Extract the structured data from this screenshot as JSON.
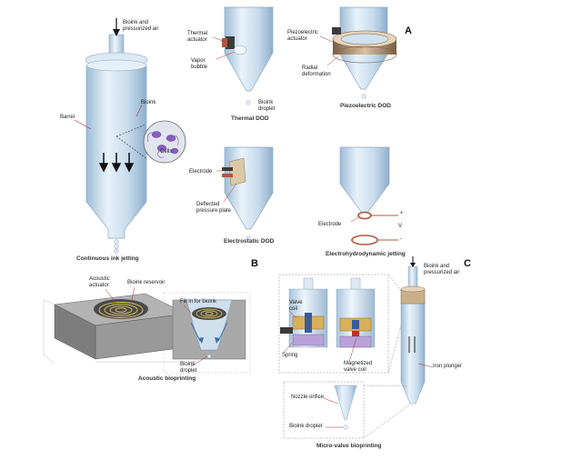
{
  "panels": {
    "a": "A",
    "b": "B",
    "c": "C"
  },
  "continuous": {
    "air_label": "Bioink and\npressurized air",
    "bioink_label": "Bioink",
    "barrel_label": "Barrel",
    "cells_label": "Cells",
    "caption": "Continuous ink jetting"
  },
  "thermal": {
    "actuator_label": "Thermal\nactuator",
    "bubble_label": "Vapor\nbubble",
    "droplet_label": "Bioink\ndroplet",
    "caption": "Thermal DOD"
  },
  "piezo": {
    "actuator_label": "Piezoelectric\nactuator",
    "deformation_label": "Radial\ndeformation",
    "caption": "Piezoelectric  DOD"
  },
  "electrostatic": {
    "electrode_label": "Electrode",
    "plate_label": "Deflected\npressure plate",
    "caption": "Electrostatic  DOD"
  },
  "ehd": {
    "electrode_label": "Electrode",
    "plus_label": "+",
    "minus_label": "-",
    "v_label": "V",
    "caption": "Electrohydrodynamic jetting"
  },
  "acoustic": {
    "actuator_label": "Acoustic\nactuator",
    "reservoir_label": "Bioink reservoir",
    "fill_label": "Fill in for bioink",
    "droplet_label": "Bioink\ndroplet",
    "caption": "Acoustic bioprinting"
  },
  "microvalve": {
    "air_label": "Bioink and\npressurized air",
    "valve_label": "Valve\ncoil",
    "spring_label": "Spring",
    "magnet_label": "Magnetized\nvalve coil",
    "plunger_label": "Iron plunger",
    "orifice_label": "Nozzle orifice",
    "droplet_label": "Bioink droplet",
    "caption": "Micro-valve bioprinting"
  },
  "colors": {
    "syringe": "#c9dff0",
    "syringe_edge": "#8aa9c2",
    "cell": "#8a5cc0",
    "actuator": "#9a7a5c",
    "electrode": "#b0573e"
  }
}
